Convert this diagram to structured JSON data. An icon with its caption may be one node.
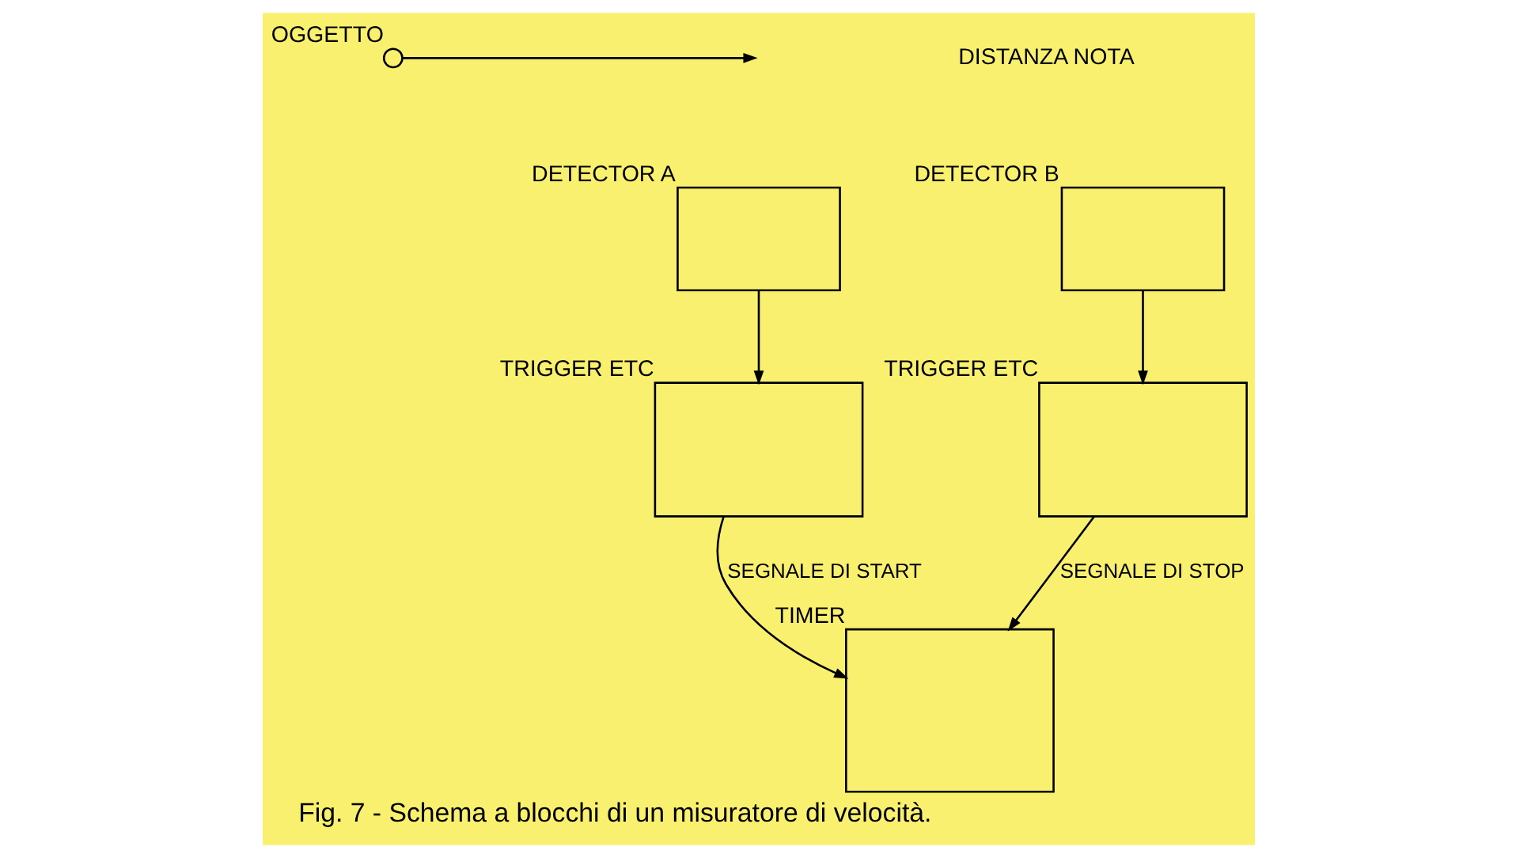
{
  "diagram": {
    "caption": "Fig. 7 - Schema a blocchi di un misuratore di velocità.",
    "nodes": [
      {
        "text": [],
        "shape": "circle",
        "beside": [
          "OGGETTO"
        ]
      },
      {
        "text": [],
        "shape": "box",
        "beside": [
          "DETECTOR A"
        ]
      },
      {
        "text": [],
        "shape": "box",
        "beside": [
          "TRIGGER ETC"
        ]
      },
      {
        "text": [],
        "shape": "box",
        "beside": [
          "TIMER"
        ]
      },
      {
        "text": [],
        "shape": "box",
        "beside": [
          "DETECTOR B"
        ]
      },
      {
        "text": [],
        "shape": "box",
        "beside": [
          "TRIGGER ETC"
        ]
      }
    ],
    "edges": [
      {
        "from": 0,
        "to": null,
        "arrow": "to"
      },
      {
        "from": 1,
        "to": 2,
        "arrow": "to"
      },
      {
        "from": 2,
        "to": 3,
        "label": "SEGNALE DI START",
        "arrow": "to"
      },
      {
        "from": 4,
        "to": 5,
        "arrow": "to"
      },
      {
        "from": 5,
        "to": 3,
        "label": "SEGNALE DI STOP",
        "arrow": "to"
      }
    ],
    "labels": [
      "DISTANZA NOTA"
    ]
  }
}
